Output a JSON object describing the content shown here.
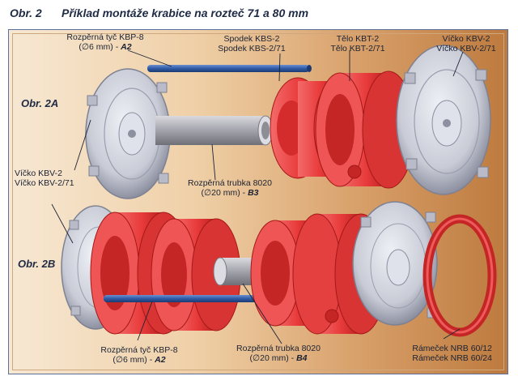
{
  "figure": {
    "number": "Obr. 2",
    "title": "Příklad montáže krabice na rozteč 71 a 80 mm"
  },
  "parts": {
    "top": {
      "tag": "Obr. 2A",
      "rod": {
        "line1": "Rozpěrná tyč KBP-8",
        "line2_pre": "(∅6 mm) - ",
        "code": "A2"
      },
      "base": {
        "line1": "Spodek KBS-2",
        "line2": "Spodek KBS-2/71"
      },
      "body": {
        "line1": "Tělo KBT-2",
        "line2": "Tělo KBT-2/71"
      },
      "lid_right": {
        "line1": "Víčko KBV-2",
        "line2": "Víčko KBV-2/71"
      },
      "lid_left": {
        "line1": "Víčko KBV-2",
        "line2": "Víčko KBV-2/71"
      },
      "tube": {
        "line1": "Rozpěrná trubka 8020",
        "line2_pre": "(∅20 mm) - ",
        "code": "B3"
      }
    },
    "bottom": {
      "tag": "Obr. 2B",
      "rod": {
        "line1": "Rozpěrná tyč KBP-8",
        "line2_pre": "(∅6 mm) - ",
        "code": "A2"
      },
      "tube": {
        "line1": "Rozpěrná trubka 8020",
        "line2_pre": "(∅20 mm) - ",
        "code": "B4"
      },
      "frame": {
        "line1": "Rámeček NRB 60/12",
        "line2": "Rámeček NRB 60/24"
      }
    }
  },
  "colors": {
    "red": "#e83a3a",
    "red_dark": "#b82020",
    "grey": "#c9ccd6",
    "grey_dark": "#8c90a0",
    "rod": "#2f5aa5",
    "border": "#5a6f9c"
  }
}
